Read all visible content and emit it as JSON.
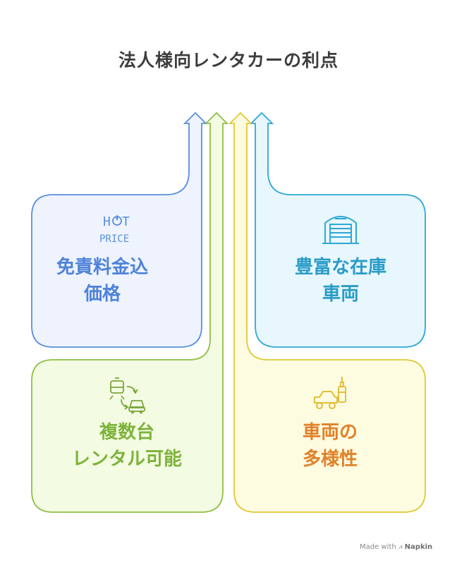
{
  "title": "法人様向レンタカーの利点",
  "colors": {
    "blue_fill": "#eef3fd",
    "blue_stroke": "#5b8fdc",
    "cyan_fill": "#e7f7fd",
    "cyan_stroke": "#2fa8d4",
    "green_fill": "#f3fbe3",
    "green_stroke": "#8fbf45",
    "yellow_fill": "#fdfbe0",
    "yellow_stroke": "#e3c832",
    "orange_text": "#e0822a"
  },
  "cards": [
    {
      "id": "top-left",
      "icon": "hot-price-icon",
      "icon_text_1": "H",
      "icon_text_2": "T",
      "icon_text_3": "PRICE",
      "line1": "免責料金込",
      "line2": "価格"
    },
    {
      "id": "top-right",
      "icon": "garage-icon",
      "line1": "豊富な在庫",
      "line2": "車両"
    },
    {
      "id": "bottom-left",
      "icon": "vehicle-switch-icon",
      "line1": "複数台",
      "line2": "レンタル可能"
    },
    {
      "id": "bottom-right",
      "icon": "car-and-truck-icon",
      "line1": "車両の",
      "line2": "多様性"
    }
  ],
  "footer": {
    "prefix": "Made with",
    "brand": "Napkin"
  }
}
